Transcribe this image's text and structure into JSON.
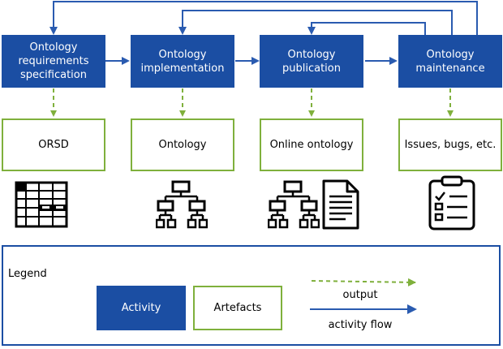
{
  "activities": [
    {
      "label": "Ontology\nrequirements\nspecification"
    },
    {
      "label": "Ontology\nimplementation"
    },
    {
      "label": "Ontology\npublication"
    },
    {
      "label": "Ontology\nmaintenance"
    }
  ],
  "artefacts": [
    {
      "label": "ORSD",
      "icon": "table-icon"
    },
    {
      "label": "Ontology",
      "icon": "hierarchy-icon"
    },
    {
      "label": "Online ontology",
      "icon": "hierarchy-document-icon"
    },
    {
      "label": "Issues, bugs, etc.",
      "icon": "checklist-icon"
    }
  ],
  "legend": {
    "title": "Legend",
    "activity_label": "Activity",
    "artefact_label": "Artefacts",
    "output_label": "output",
    "flow_label": "activity flow"
  },
  "colors": {
    "activity_fill": "#1b4ea3",
    "artefact_border": "#7fb03c",
    "output_arrow": "#7fb03c",
    "flow_arrow": "#2a5bb0",
    "icon": "#000000"
  }
}
